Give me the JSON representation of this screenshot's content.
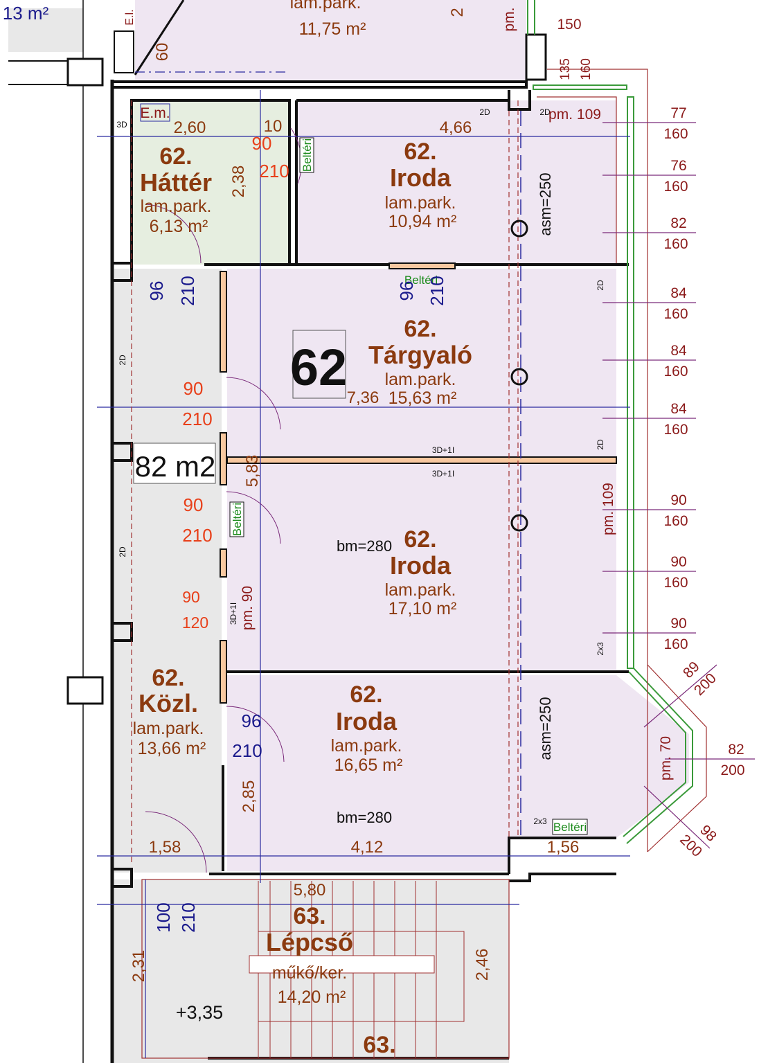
{
  "top_rooms": {
    "left_area": "13 m²",
    "top_floor": "lam.park.",
    "top_area": "11,75 m²",
    "top_dim": "2",
    "top_pm": "pm."
  },
  "rooms": {
    "hatter": {
      "number": "62.",
      "name": "Háttér",
      "floor": "lam.park.",
      "area": "6,13 m²"
    },
    "iroda_top": {
      "number": "62.",
      "name": "Iroda",
      "floor": "lam.park.",
      "area": "10,94 m²"
    },
    "targyalo": {
      "number": "62.",
      "name": "Tárgyaló",
      "floor": "lam.park.",
      "area": "15,63 m²"
    },
    "iroda_mid": {
      "number": "62.",
      "name": "Iroda",
      "floor": "lam.park.",
      "area": "17,10 m²"
    },
    "kozl": {
      "number": "62.",
      "name": "Közl.",
      "floor": "lam.park.",
      "area": "13,66 m²"
    },
    "iroda_bot": {
      "number": "62.",
      "name": "Iroda",
      "floor": "lam.park.",
      "area": "16,65 m²"
    },
    "lepcso": {
      "number": "63.",
      "name": "Lépcső",
      "floor": "műkő/ker.",
      "area": "14,20 m²"
    },
    "bottom_next": {
      "number": "63."
    }
  },
  "unit": {
    "number": "62",
    "total_area": "82 m2"
  },
  "labels": {
    "em": "E.m.",
    "el": "E.l.",
    "belteri": "Beltéri",
    "asm": "asm=250",
    "bm": "bm=280",
    "pm109": "pm. 109",
    "pm90": "pm. 90",
    "pm70": "pm. 70",
    "level": "+3,35",
    "d2": "2D",
    "d3": "3D",
    "d3i": "3D+1I",
    "x23": "2x3"
  },
  "dims": {
    "w260": "2,60",
    "w10": "10",
    "w466": "4,66",
    "h238": "2,38",
    "w736": "7,36",
    "h583": "5,83",
    "h285": "2,85",
    "w158": "1,58",
    "w412": "4,12",
    "w156": "1,56",
    "w580": "5,80",
    "h231": "2,31",
    "h246": "2,46",
    "v60": "60",
    "v150": "150",
    "v135": "135",
    "v160": "160",
    "d90": "90",
    "d210": "210",
    "d96": "96",
    "d120": "120",
    "d100": "100"
  },
  "windows": [
    {
      "width": "77",
      "height": "160"
    },
    {
      "width": "76",
      "height": "160"
    },
    {
      "width": "82",
      "height": "160"
    },
    {
      "width": "84",
      "height": "160"
    },
    {
      "width": "84",
      "height": "160"
    },
    {
      "width": "84",
      "height": "160"
    },
    {
      "width": "90",
      "height": "160"
    },
    {
      "width": "90",
      "height": "160"
    },
    {
      "width": "90",
      "height": "160"
    },
    {
      "width": "89",
      "height": "200"
    },
    {
      "width": "82",
      "height": "200"
    },
    {
      "width": "98",
      "height": "200"
    }
  ],
  "colors": {
    "office": "#efe6f2",
    "utility": "#e6eee0",
    "corridor": "#e8e8e8",
    "label": "#8b3a0f"
  }
}
